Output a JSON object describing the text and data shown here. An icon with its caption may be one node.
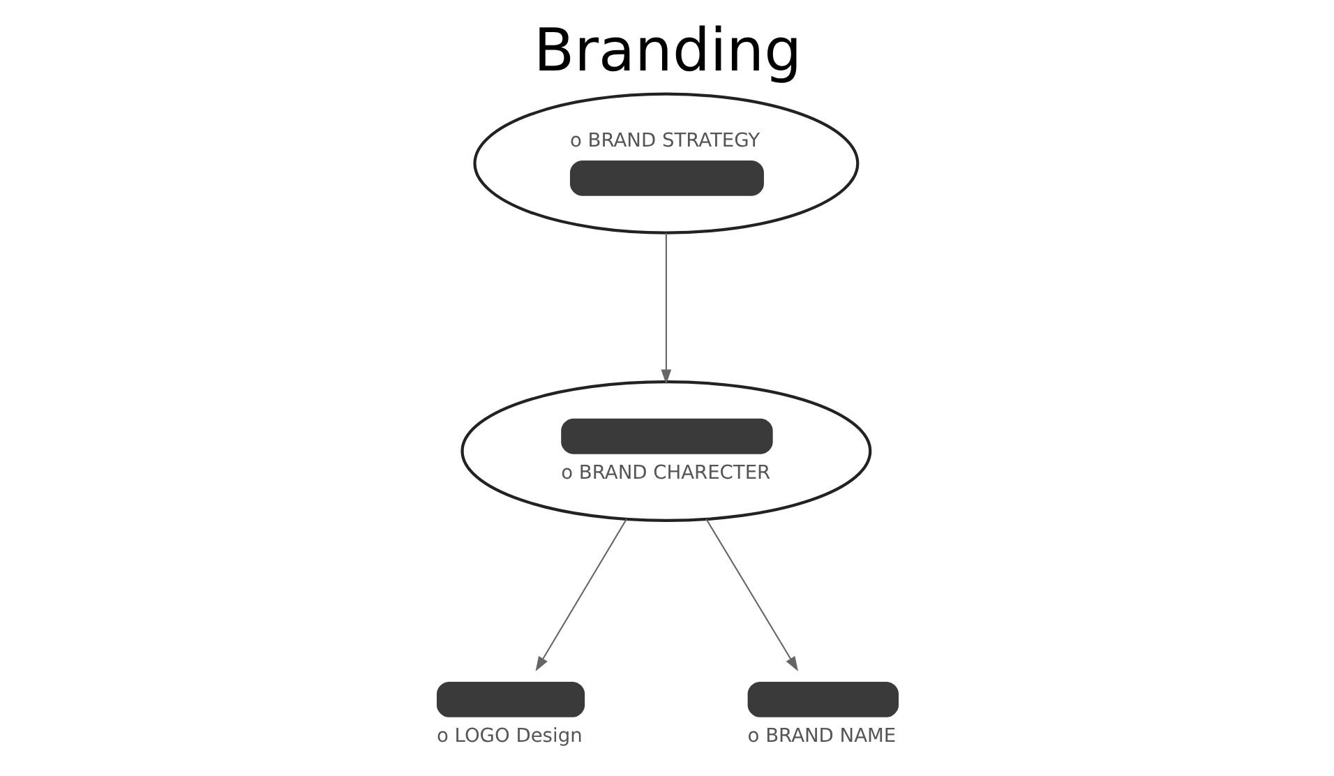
{
  "diagram": {
    "title": "Branding",
    "nodes": [
      {
        "text": [
          "o BRAND STRATEGY"
        ]
      },
      {
        "text": [
          "o LOGO Design"
        ]
      },
      {
        "text": [
          "o BRAND NAME"
        ]
      },
      {
        "text": [
          "o BRAND CHARECTER"
        ]
      }
    ],
    "edges": [
      {
        "from": 0,
        "to": 3,
        "arrow": "to"
      },
      {
        "from": 3,
        "to": 1,
        "arrow": "to"
      },
      {
        "from": 3,
        "to": 2,
        "arrow": "to"
      }
    ]
  }
}
